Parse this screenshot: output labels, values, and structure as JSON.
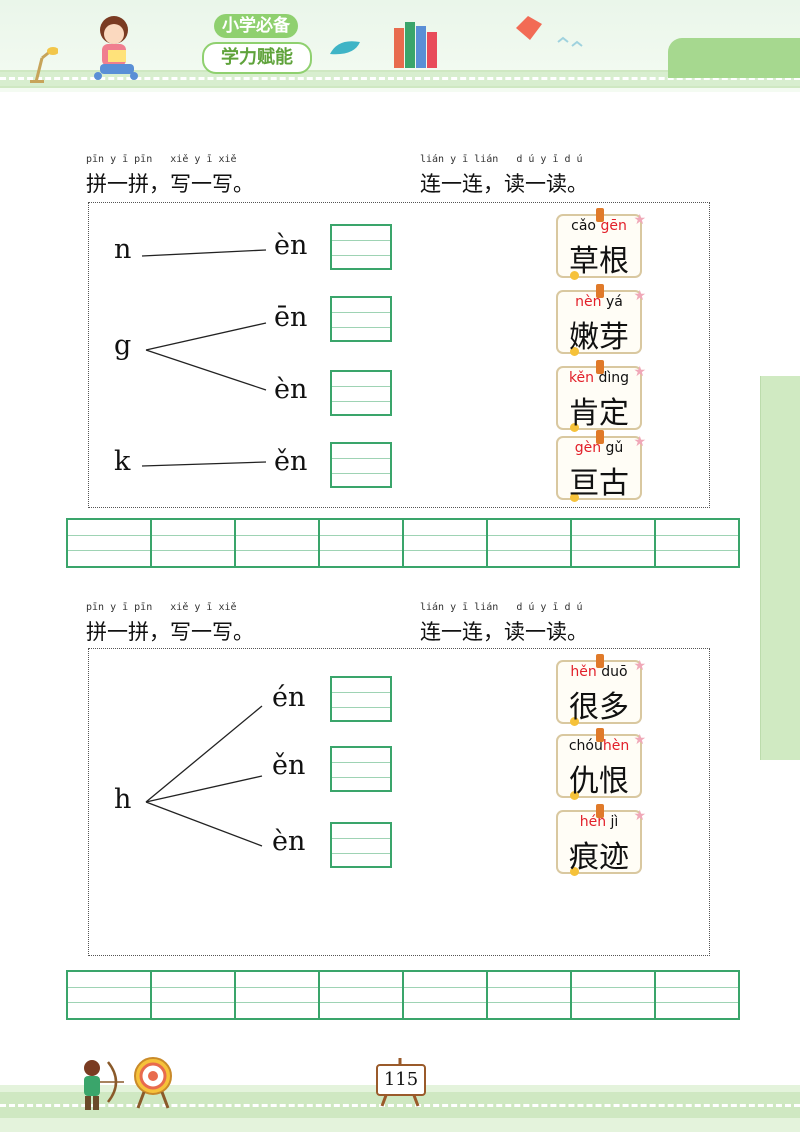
{
  "header": {
    "title_line1": "小学必备",
    "title_line2": "学力赋能"
  },
  "section1": {
    "left_instruction": {
      "pinyin": "pīn y ī pīn   xiě y ī xiě",
      "text": "拼一拼，写一写。"
    },
    "right_instruction": {
      "pinyin": "lián y ī lián   d ú y ī d ú",
      "text": "连一连，读一读。"
    },
    "initials": [
      "n",
      "g",
      "k"
    ],
    "finals": [
      "èn",
      "ēn",
      "èn",
      "ěn"
    ],
    "cards": [
      {
        "py_red": "gēn",
        "py_black": "cǎo",
        "red_first": false,
        "hanzi": "草根"
      },
      {
        "py_red": "nèn",
        "py_black": "yá",
        "red_first": true,
        "hanzi": "嫩芽"
      },
      {
        "py_red": "kěn",
        "py_black": "dìng",
        "red_first": true,
        "hanzi": "肯定"
      },
      {
        "py_red": "gèn",
        "py_black": "gǔ",
        "red_first": true,
        "hanzi": "亘古"
      }
    ]
  },
  "section2": {
    "left_instruction": {
      "pinyin": "pīn y ī pīn   xiě y ī xiě",
      "text": "拼一拼，写一写。"
    },
    "right_instruction": {
      "pinyin": "lián y ī lián   d ú y ī d ú",
      "text": "连一连，读一读。"
    },
    "initials": [
      "h"
    ],
    "finals": [
      "én",
      "ěn",
      "èn"
    ],
    "cards": [
      {
        "py_red": "hěn",
        "py_black": "duō",
        "red_first": true,
        "hanzi": "很多"
      },
      {
        "py_red": "hèn",
        "py_black": "chóu",
        "red_first": false,
        "hanzi": "仇恨"
      },
      {
        "py_red": "hén",
        "py_black": "jì",
        "red_first": true,
        "hanzi": "痕迹"
      }
    ]
  },
  "footer": {
    "page_number": "115"
  },
  "colors": {
    "grid_green": "#3aa56b",
    "pinyin_red": "#e2202a",
    "header_green": "#8fd06f"
  }
}
